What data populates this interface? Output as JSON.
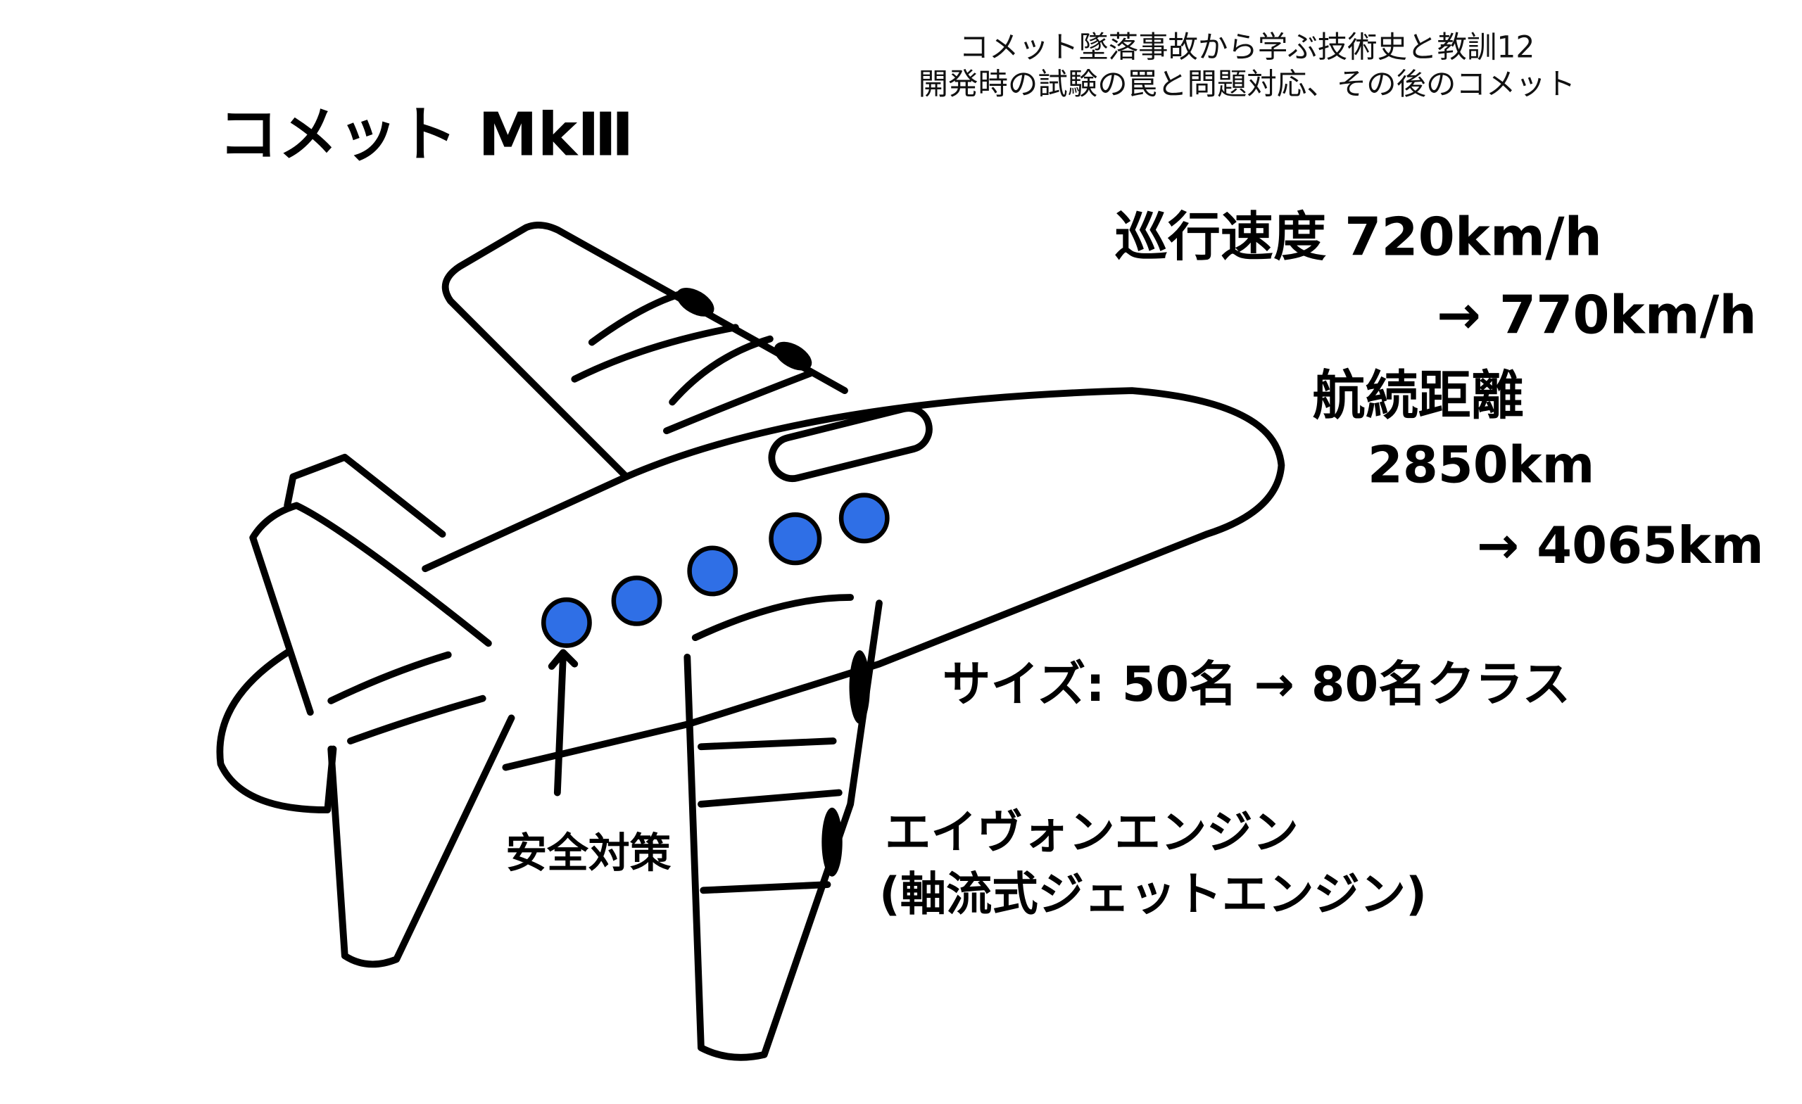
{
  "header": {
    "title_line1": "コメット墜落事故から学ぶ技術史と教訓12",
    "title_line2": "開発時の試験の罠と問題対応、その後のコメット"
  },
  "drawing": {
    "heading": "コメット MkⅢ",
    "cruise_speed_label": "巡行速度 720km/h",
    "cruise_speed_new": "→ 770km/h",
    "range_label": "航続距離",
    "range_old": "2850km",
    "range_new": "→ 4065km",
    "size_label": "サイズ: 50名 → 80名クラス",
    "engine_label": "エイヴォンエンジン",
    "engine_sub": "(軸流式ジェットエンジン)",
    "window_label": "安全対策"
  },
  "colors": {
    "window": "#2f6fe6",
    "ink": "#000000"
  }
}
